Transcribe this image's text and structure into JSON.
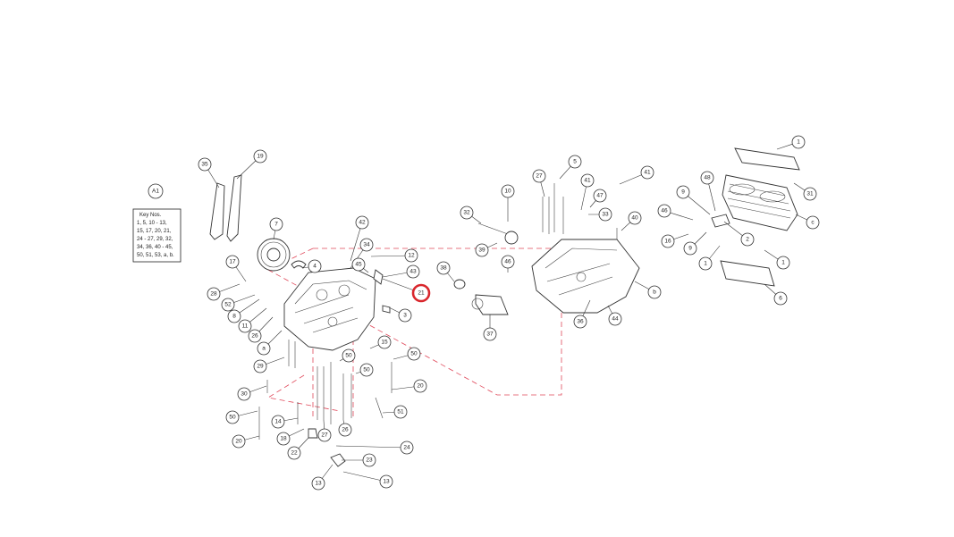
{
  "diagram": {
    "sheet_label": "A1",
    "key_box": {
      "title": "Key Nos.",
      "lines": [
        "1, 5, 10 - 13,",
        "15, 17, 20, 21,",
        "24 - 27, 29, 32,",
        "34, 36, 40 - 45,",
        "50, 51, 53, a, b."
      ]
    },
    "callouts": [
      "35",
      "19",
      "7",
      "17",
      "4",
      "28",
      "52",
      "8",
      "11",
      "26",
      "a",
      "29",
      "30",
      "50",
      "20",
      "42",
      "34",
      "12",
      "45",
      "43",
      "21",
      "3",
      "15",
      "50",
      "50",
      "50",
      "20",
      "51",
      "14",
      "18",
      "22",
      "27",
      "26",
      "24",
      "23",
      "13",
      "13",
      "10",
      "32",
      "39",
      "38",
      "46",
      "37",
      "27",
      "5",
      "41",
      "47",
      "33",
      "40",
      "41",
      "b",
      "36",
      "44",
      "1",
      "31",
      "48",
      "9",
      "46",
      "16",
      "9",
      "2",
      "1",
      "1",
      "c",
      "6"
    ],
    "highlighted_callout": "21",
    "colors": {
      "highlight": "#d9262c",
      "dashed_outline": "#e0485a",
      "line": "#333333"
    }
  }
}
